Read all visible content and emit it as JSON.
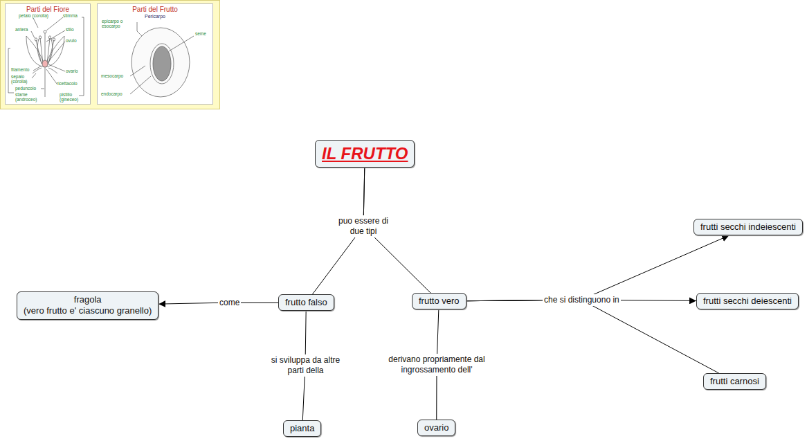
{
  "diagram": {
    "nodes": [
      {
        "text": [
          "Parti del Fiore"
        ]
      },
      {
        "text": [
          "Parti del Frutto",
          "Pericarpo"
        ]
      },
      {
        "text": [
          "IL FRUTTO"
        ]
      },
      {
        "text": [
          "frutto falso"
        ]
      },
      {
        "text": [
          "frutto vero"
        ]
      },
      {
        "text": [
          "fragola",
          "(vero frutto e' ciascuno granello)"
        ]
      },
      {
        "text": [
          "pianta"
        ]
      },
      {
        "text": [
          "ovario"
        ]
      },
      {
        "text": [
          "frutti secchi indeiescenti"
        ]
      },
      {
        "text": [
          "frutti secchi deiescenti"
        ]
      },
      {
        "text": [
          "frutti carnosi"
        ]
      }
    ],
    "edges": [
      {
        "from": 2,
        "to": 3,
        "arrow": "none",
        "label": "puo essere di due tipi"
      },
      {
        "from": 2,
        "to": 4,
        "arrow": "none"
      },
      {
        "from": 3,
        "to": 5,
        "arrow": "to",
        "label": "come"
      },
      {
        "from": 3,
        "to": 6,
        "arrow": "none",
        "label": "si sviluppa da altre parti della"
      },
      {
        "from": 4,
        "to": 7,
        "arrow": "none",
        "label": "derivano propriamente dal ingrossamento dell'"
      },
      {
        "from": 4,
        "to": 8,
        "arrow": "to"
      },
      {
        "from": 4,
        "to": 9,
        "arrow": "to",
        "label": "che si distinguono in"
      },
      {
        "from": 4,
        "to": 10,
        "arrow": "none"
      }
    ],
    "labels": [
      "petalo (corolla)",
      "stimma",
      "antera",
      "stilo",
      "ovulo",
      "filamento",
      "ovario",
      "sepalo (corolla)",
      "ricettacolo",
      "peduncolo",
      "stame (androceo)",
      "pistillo (gineceo)",
      "epicarpo o esocarpo",
      "seme",
      "mesocarpo",
      "endocarpo"
    ]
  }
}
